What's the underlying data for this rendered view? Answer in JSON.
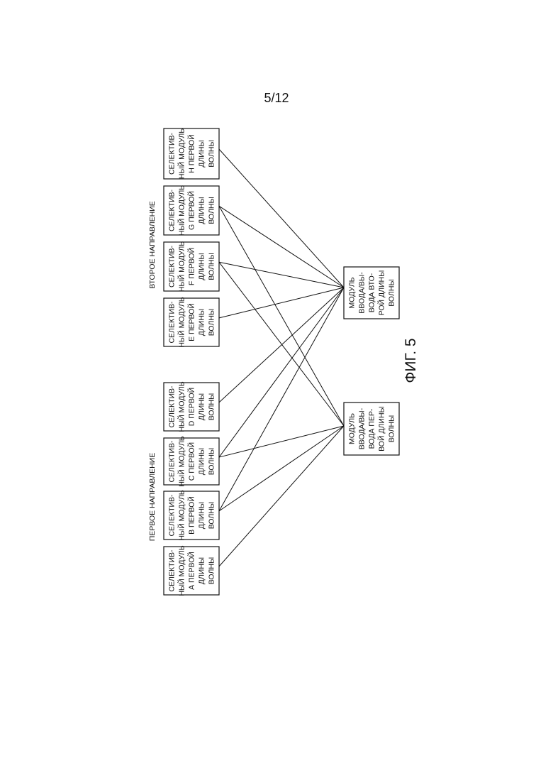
{
  "page_number": "5/12",
  "figure_label": "ФИГ. 5",
  "first_direction": "ПЕРВОЕ НАПРАВЛЕНИЕ",
  "second_direction": "ВТОРОЕ НАПРАВЛЕНИЕ",
  "selective_modules": [
    {
      "id": "A",
      "group": "first",
      "lines": [
        "СЕЛЕКТИВ-",
        "НЫЙ МОДУЛЬ",
        "А ПЕРВОЙ",
        "ДЛИНЫ",
        "ВОЛНЫ"
      ]
    },
    {
      "id": "B",
      "group": "first",
      "lines": [
        "СЕЛЕКТИВ-",
        "НЫЙ МОДУЛЬ",
        "В ПЕРВОЙ",
        "ДЛИНЫ",
        "ВОЛНЫ"
      ]
    },
    {
      "id": "C",
      "group": "first",
      "lines": [
        "СЕЛЕКТИВ-",
        "НЫЙ МОДУЛЬ",
        "С ПЕРВОЙ",
        "ДЛИНЫ",
        "ВОЛНЫ"
      ]
    },
    {
      "id": "D",
      "group": "first",
      "lines": [
        "СЕЛЕКТИВ-",
        "НЫЙ МОДУЛЬ",
        "D ПЕРВОЙ",
        "ДЛИНЫ",
        "ВОЛНЫ"
      ]
    },
    {
      "id": "E",
      "group": "second",
      "lines": [
        "СЕЛЕКТИВ-",
        "НЫЙ МОДУЛЬ",
        "Е ПЕРВОЙ",
        "ДЛИНЫ",
        "ВОЛНЫ"
      ]
    },
    {
      "id": "F",
      "group": "second",
      "lines": [
        "СЕЛЕКТИВ-",
        "НЫЙ МОДУЛЬ",
        "F ПЕРВОЙ",
        "ДЛИНЫ",
        "ВОЛНЫ"
      ]
    },
    {
      "id": "G",
      "group": "second",
      "lines": [
        "СЕЛЕКТИВ-",
        "НЫЙ МОДУЛЬ",
        "G ПЕРВОЙ",
        "ДЛИНЫ",
        "ВОЛНЫ"
      ]
    },
    {
      "id": "H",
      "group": "second",
      "lines": [
        "СЕЛЕКТИВ-",
        "НЫЙ МОДУЛЬ",
        "Н ПЕРВОЙ",
        "ДЛИНЫ",
        "ВОЛНЫ"
      ]
    }
  ],
  "io_modules": [
    {
      "id": "IO1",
      "lines": [
        "МОДУЛЬ",
        "ВВОДА/ВЫ-",
        "ВОДА ПЕР-",
        "ВОЙ ДЛИНЫ",
        "ВОЛНЫ"
      ]
    },
    {
      "id": "IO2",
      "lines": [
        "МОДУЛЬ",
        "ВВОДА/ВЫ-",
        "ВОДА ВТО-",
        "РОЙ ДЛИНЫ",
        "ВОЛНЫ"
      ]
    }
  ],
  "connections": [
    [
      "A",
      "IO1"
    ],
    [
      "B",
      "IO1"
    ],
    [
      "B",
      "IO2"
    ],
    [
      "C",
      "IO1"
    ],
    [
      "C",
      "IO2"
    ],
    [
      "D",
      "IO2"
    ],
    [
      "E",
      "IO2"
    ],
    [
      "F",
      "IO1"
    ],
    [
      "F",
      "IO2"
    ],
    [
      "G",
      "IO1"
    ],
    [
      "G",
      "IO2"
    ],
    [
      "H",
      "IO2"
    ]
  ]
}
